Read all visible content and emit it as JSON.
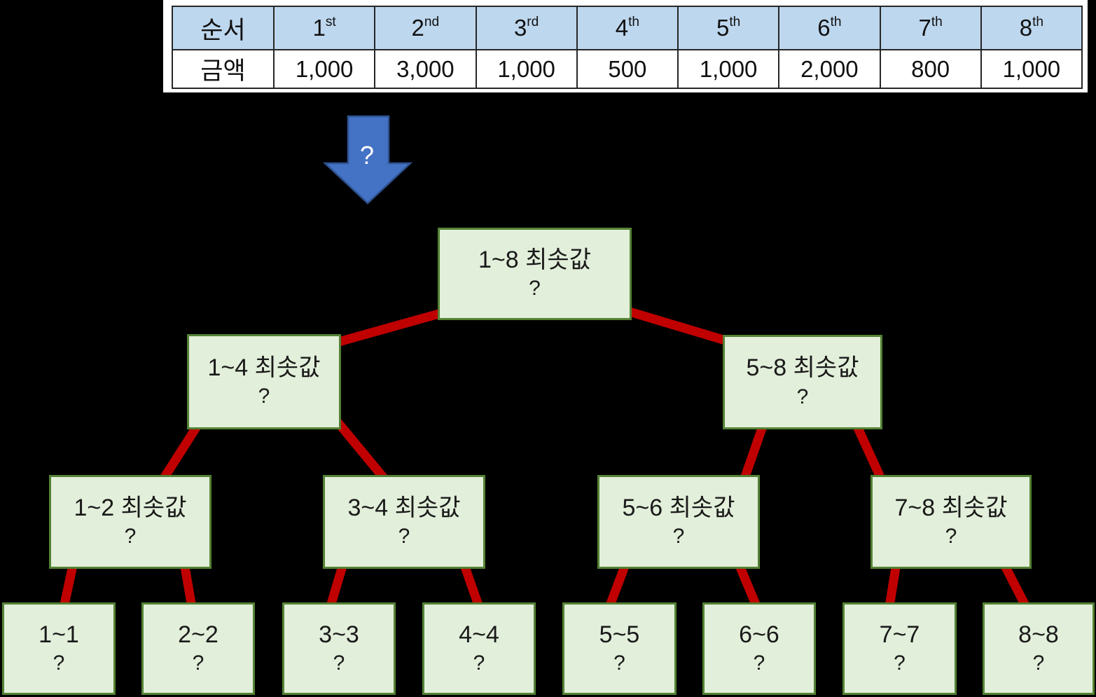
{
  "table": {
    "order_label": "순서",
    "amount_label": "금액",
    "columns": [
      {
        "ord": "1",
        "sup": "st"
      },
      {
        "ord": "2",
        "sup": "nd"
      },
      {
        "ord": "3",
        "sup": "rd"
      },
      {
        "ord": "4",
        "sup": "th"
      },
      {
        "ord": "5",
        "sup": "th"
      },
      {
        "ord": "6",
        "sup": "th"
      },
      {
        "ord": "7",
        "sup": "th"
      },
      {
        "ord": "8",
        "sup": "th"
      }
    ],
    "values": [
      "1,000",
      "3,000",
      "1,000",
      "500",
      "1,000",
      "2,000",
      "800",
      "1,000"
    ]
  },
  "arrow": {
    "label": "?"
  },
  "tree": {
    "nodes": [
      {
        "id": "root",
        "label": "1~8 최솟값",
        "value": "?"
      },
      {
        "id": "n14",
        "label": "1~4 최솟값",
        "value": "?"
      },
      {
        "id": "n58",
        "label": "5~8 최솟값",
        "value": "?"
      },
      {
        "id": "n12",
        "label": "1~2 최솟값",
        "value": "?"
      },
      {
        "id": "n34",
        "label": "3~4 최솟값",
        "value": "?"
      },
      {
        "id": "n56",
        "label": "5~6 최솟값",
        "value": "?"
      },
      {
        "id": "n78",
        "label": "7~8 최솟값",
        "value": "?"
      },
      {
        "id": "l1",
        "label": "1~1",
        "value": "?"
      },
      {
        "id": "l2",
        "label": "2~2",
        "value": "?"
      },
      {
        "id": "l3",
        "label": "3~3",
        "value": "?"
      },
      {
        "id": "l4",
        "label": "4~4",
        "value": "?"
      },
      {
        "id": "l5",
        "label": "5~5",
        "value": "?"
      },
      {
        "id": "l6",
        "label": "6~6",
        "value": "?"
      },
      {
        "id": "l7",
        "label": "7~7",
        "value": "?"
      },
      {
        "id": "l8",
        "label": "8~8",
        "value": "?"
      }
    ]
  },
  "colors": {
    "background": "#000000",
    "node_fill": "#e2efda",
    "node_border": "#548235",
    "connector": "#c00000",
    "arrow_fill": "#4472c4",
    "arrow_border": "#2f528f",
    "table_header_fill": "#bdd7ee",
    "table_border": "#262626",
    "table_panel": "#ffffff"
  }
}
